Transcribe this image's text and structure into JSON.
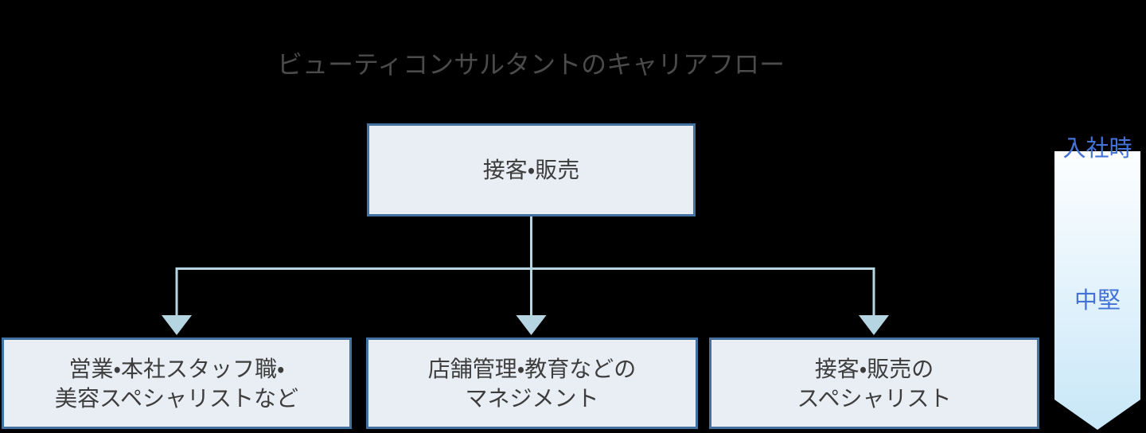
{
  "title": "ビューティコンサルタントのキャリアフロー",
  "flow": {
    "root": {
      "label": "接客・販売"
    },
    "children": [
      {
        "line1": "営業・本社スタッフ職・",
        "line2": "美容スペシャリストなど"
      },
      {
        "line1": "店舗管理・教育などの",
        "line2": "マネジメント"
      },
      {
        "line1": "接客・販売の",
        "line2": "スペシャリスト"
      }
    ]
  },
  "timeline": {
    "start_label": "入社時",
    "mid_label": "中堅"
  },
  "colors": {
    "background": "#000000",
    "box_fill": "#e9eef4",
    "box_border": "#44719f",
    "box_text": "#3d3d3d",
    "title_text": "#4b4b4b",
    "connector": "#b5d5e2",
    "timeline_label": "#4472d6",
    "arrow_gradient_top": "#fdfeff",
    "arrow_gradient_bottom": "#c8e7f8"
  }
}
